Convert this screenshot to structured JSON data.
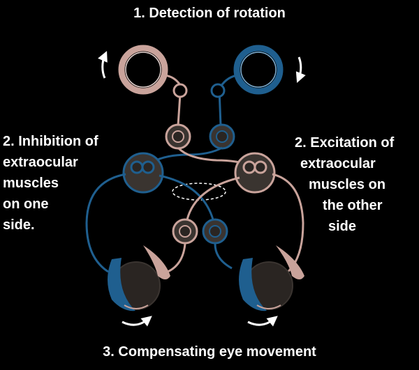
{
  "labels": {
    "detection": "1. Detection of rotation",
    "inhibition": [
      "2. Inhibition of",
      "extraocular",
      "muscles",
      "on one",
      "side."
    ],
    "excitation": [
      "2. Excitation of",
      "extraocular",
      "muscles on",
      "the other",
      "side"
    ],
    "compensation": "3. Compensating eye movement"
  },
  "colors": {
    "background": "#000000",
    "inhibitory_pathway": "#1f5f8f",
    "excitatory_pathway": "#c9a39b",
    "eye": "#2a2522",
    "text": "#ffffff"
  },
  "icons": {
    "rotation_arrows": "curved-arrow",
    "eye_movement_arrows": "curved-arrow"
  }
}
